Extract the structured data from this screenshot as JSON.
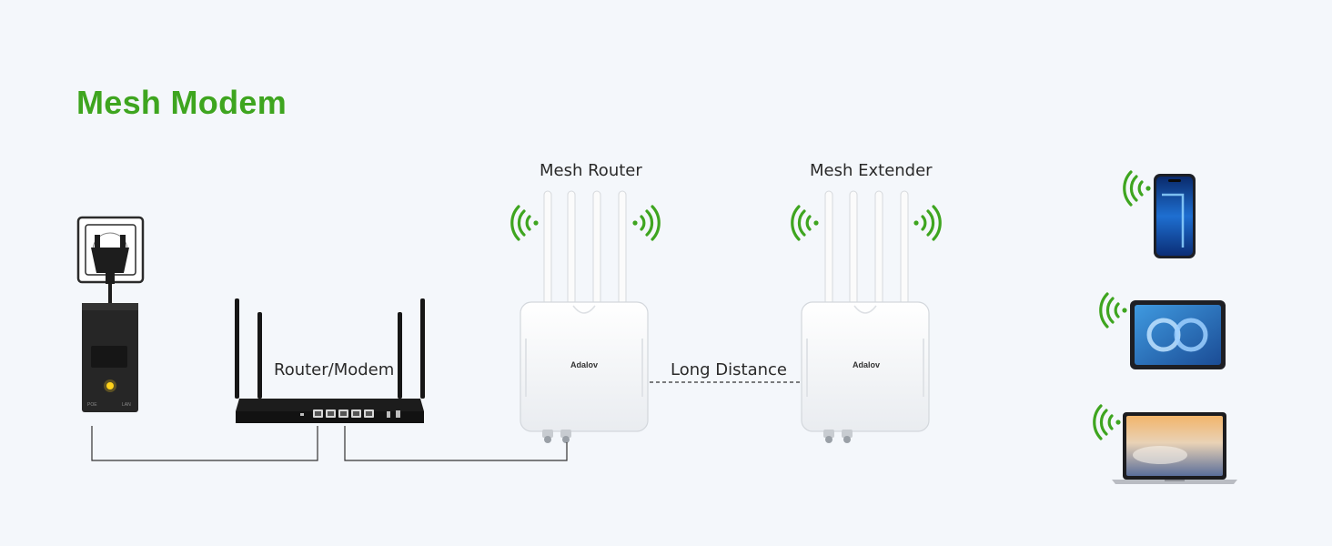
{
  "diagram": {
    "title": "Mesh Modem",
    "labels": {
      "mesh_router": "Mesh Router",
      "mesh_extender": "Mesh Extender",
      "router_modem": "Router/Modem",
      "long_distance": "Long Distance"
    },
    "brand": "Adalov",
    "adapter_ports": {
      "poe": "POE",
      "lan": "LAN"
    },
    "colors": {
      "accent_green": "#3ea51f",
      "background": "#f4f7fb",
      "device_white": "#f7f8fa",
      "modem_black": "#1c1c1c",
      "link_line": "#333333"
    },
    "icons": [
      "power-outlet-icon",
      "power-plug-icon",
      "poe-adapter-icon",
      "wifi-signal-icon",
      "smartphone-icon",
      "tablet-icon",
      "laptop-icon"
    ]
  }
}
